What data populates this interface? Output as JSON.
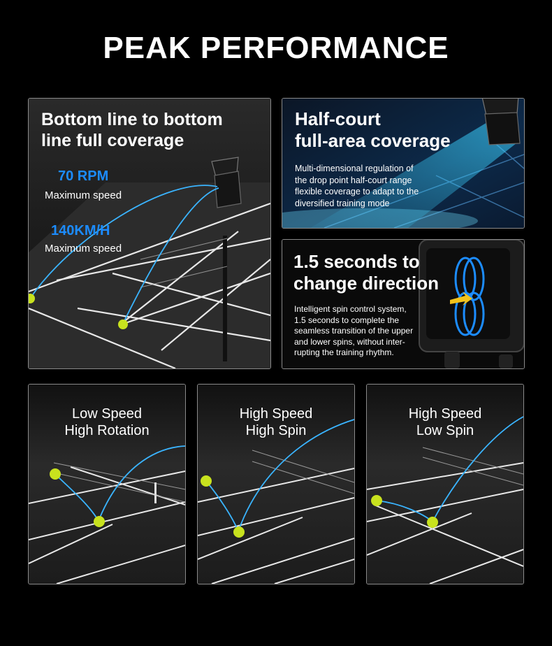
{
  "header": {
    "title": "PEAK PERFORMANCE"
  },
  "coverage": {
    "heading_line1": "Bottom line to bottom",
    "heading_line2": "line full coverage",
    "stats": [
      {
        "value": "70 RPM",
        "label": "Maximum speed"
      },
      {
        "value": "140KM/H",
        "label": "Maximum speed"
      }
    ]
  },
  "half_court": {
    "heading_line1": "Half-court",
    "heading_line2": "full-area coverage",
    "description": [
      "Multi-dimensional regulation of",
      "the drop point half-court range",
      "flexible coverage to adapt to the",
      "diversified training mode"
    ]
  },
  "direction": {
    "heading_line1": "1.5 seconds to",
    "heading_line2": "change direction",
    "description": [
      "Intelligent spin control system,",
      "1.5 seconds to complete the",
      "seamless transition of the upper",
      "and lower spins, without inter-",
      "rupting the training rhythm."
    ]
  },
  "modes": [
    {
      "line1": "Low Speed",
      "line2": "High Rotation"
    },
    {
      "line1": "High Speed",
      "line2": "High Spin"
    },
    {
      "line1": "High Speed",
      "line2": "Low Spin"
    }
  ],
  "colors": {
    "accent_blue": "#1c8cff",
    "trajectory": "#3ab4ff",
    "ball": "#c8e21e",
    "court_line": "#e8e8e8"
  }
}
